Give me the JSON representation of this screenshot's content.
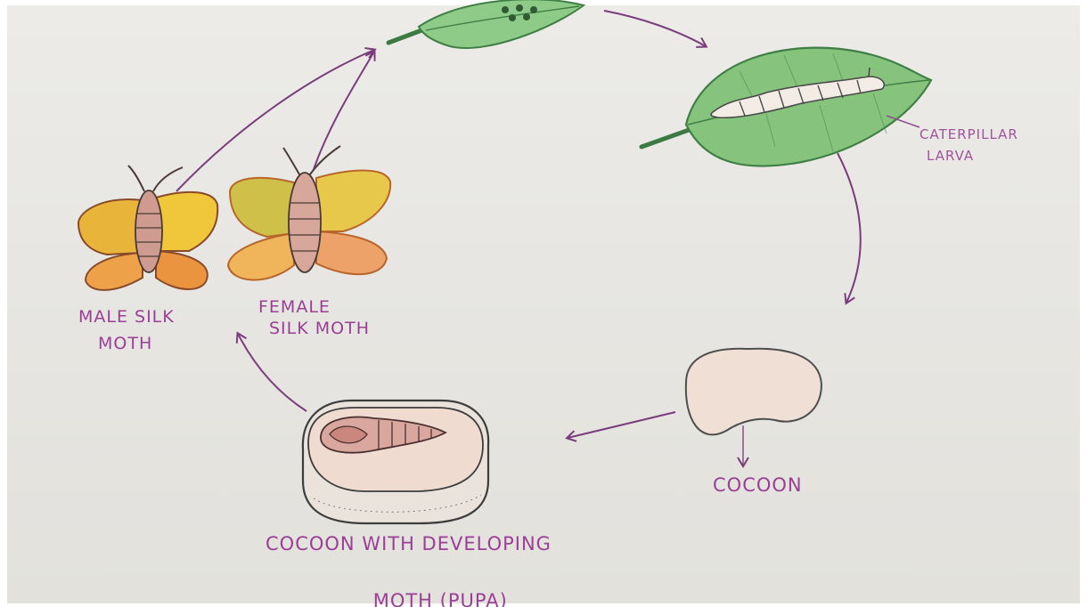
{
  "stages": [
    {
      "id": "eggs",
      "label": ""
    },
    {
      "id": "larva",
      "label_line1": "CATERPILLAR",
      "label_line2": "LARVA"
    },
    {
      "id": "cocoon",
      "label": "COCOON"
    },
    {
      "id": "pupa",
      "label_line1": "COCOON WITH DEVELOPING",
      "label_line2_prefix": "MOTH ",
      "label_line2_paren": "(PUPA)"
    },
    {
      "id": "male",
      "label_line1": "MALE SILK",
      "label_line2": "MOTH"
    },
    {
      "id": "female",
      "label_line1": "FEMALE",
      "label_line2": "SILK MOTH"
    }
  ],
  "colors": {
    "ink": "#9a3f96",
    "arrow": "#7a3d7c",
    "leaf": "#7ec27a",
    "leaf_dark": "#3f7f45",
    "cocoon": "#ecd9cc",
    "wing_yellow": "#e8c23a",
    "wing_orange": "#e98a3a",
    "body_pink": "#cf9a90"
  }
}
